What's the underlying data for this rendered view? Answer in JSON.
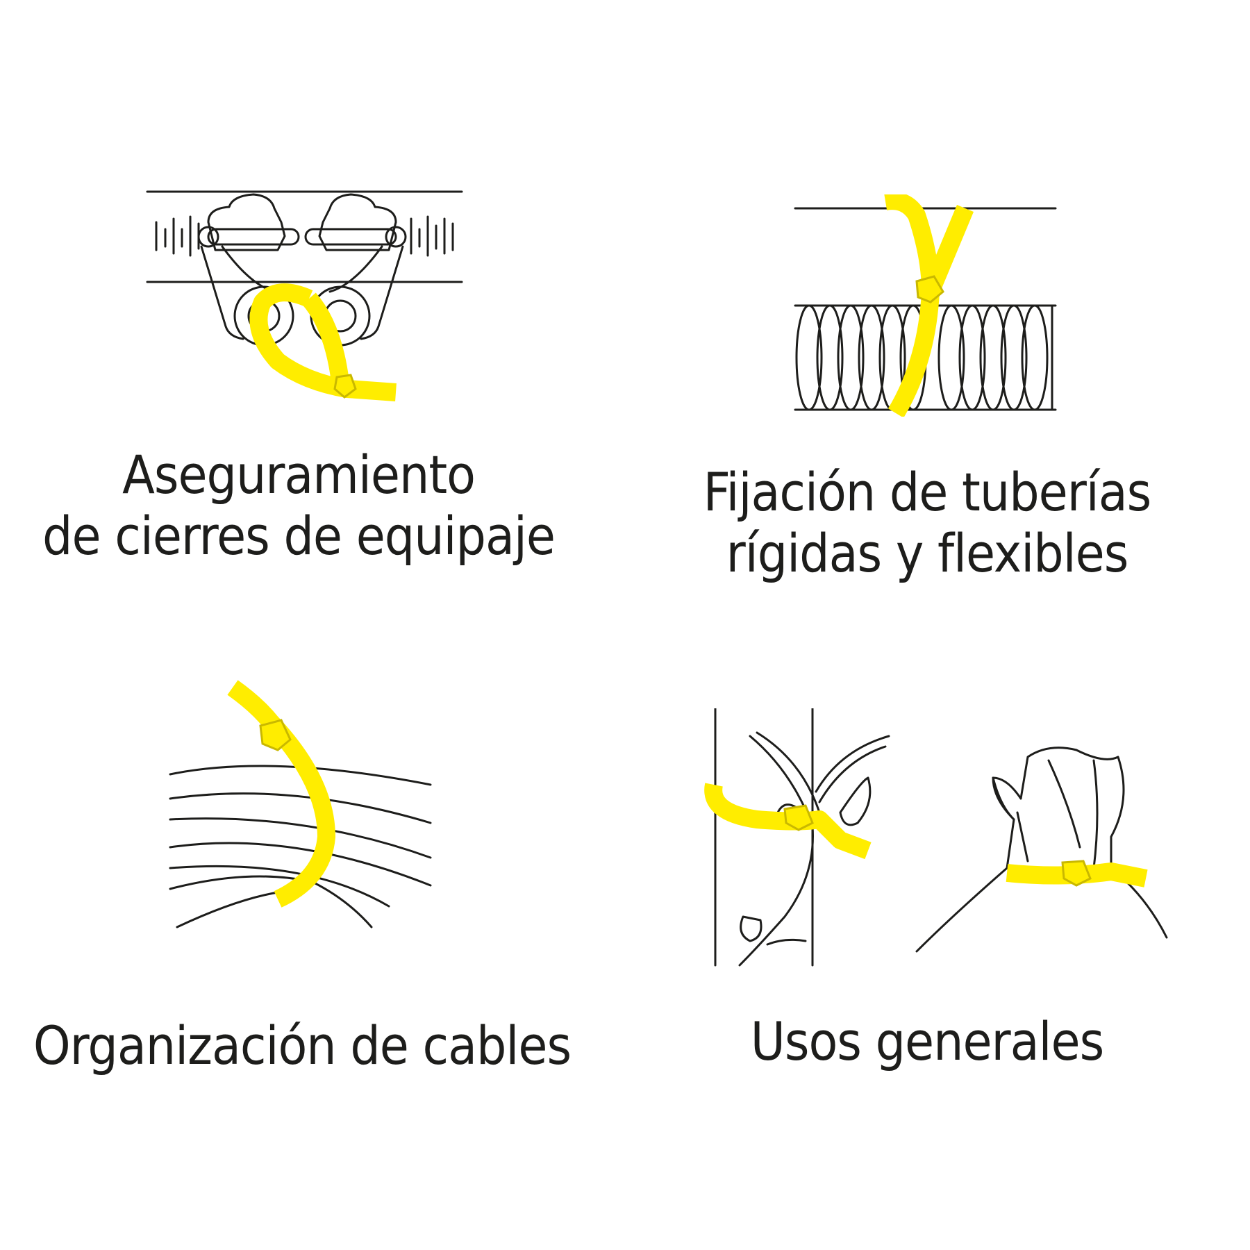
{
  "colors": {
    "tie": "#ffed00",
    "ink": "#1d1d1b",
    "background": "#ffffff"
  },
  "panels": [
    {
      "icon": "luggage-zipper-tie-icon",
      "lines": [
        "Aseguramiento",
        "de cierres de equipaje"
      ]
    },
    {
      "icon": "pipe-tie-icon",
      "lines": [
        "Fijación de tuberías",
        "rígidas y flexibles"
      ]
    },
    {
      "icon": "cable-bundle-tie-icon",
      "lines": [
        "Organización de cables"
      ]
    },
    {
      "icon": "plant-and-bag-tie-icon",
      "lines": [
        "Usos generales"
      ]
    }
  ]
}
